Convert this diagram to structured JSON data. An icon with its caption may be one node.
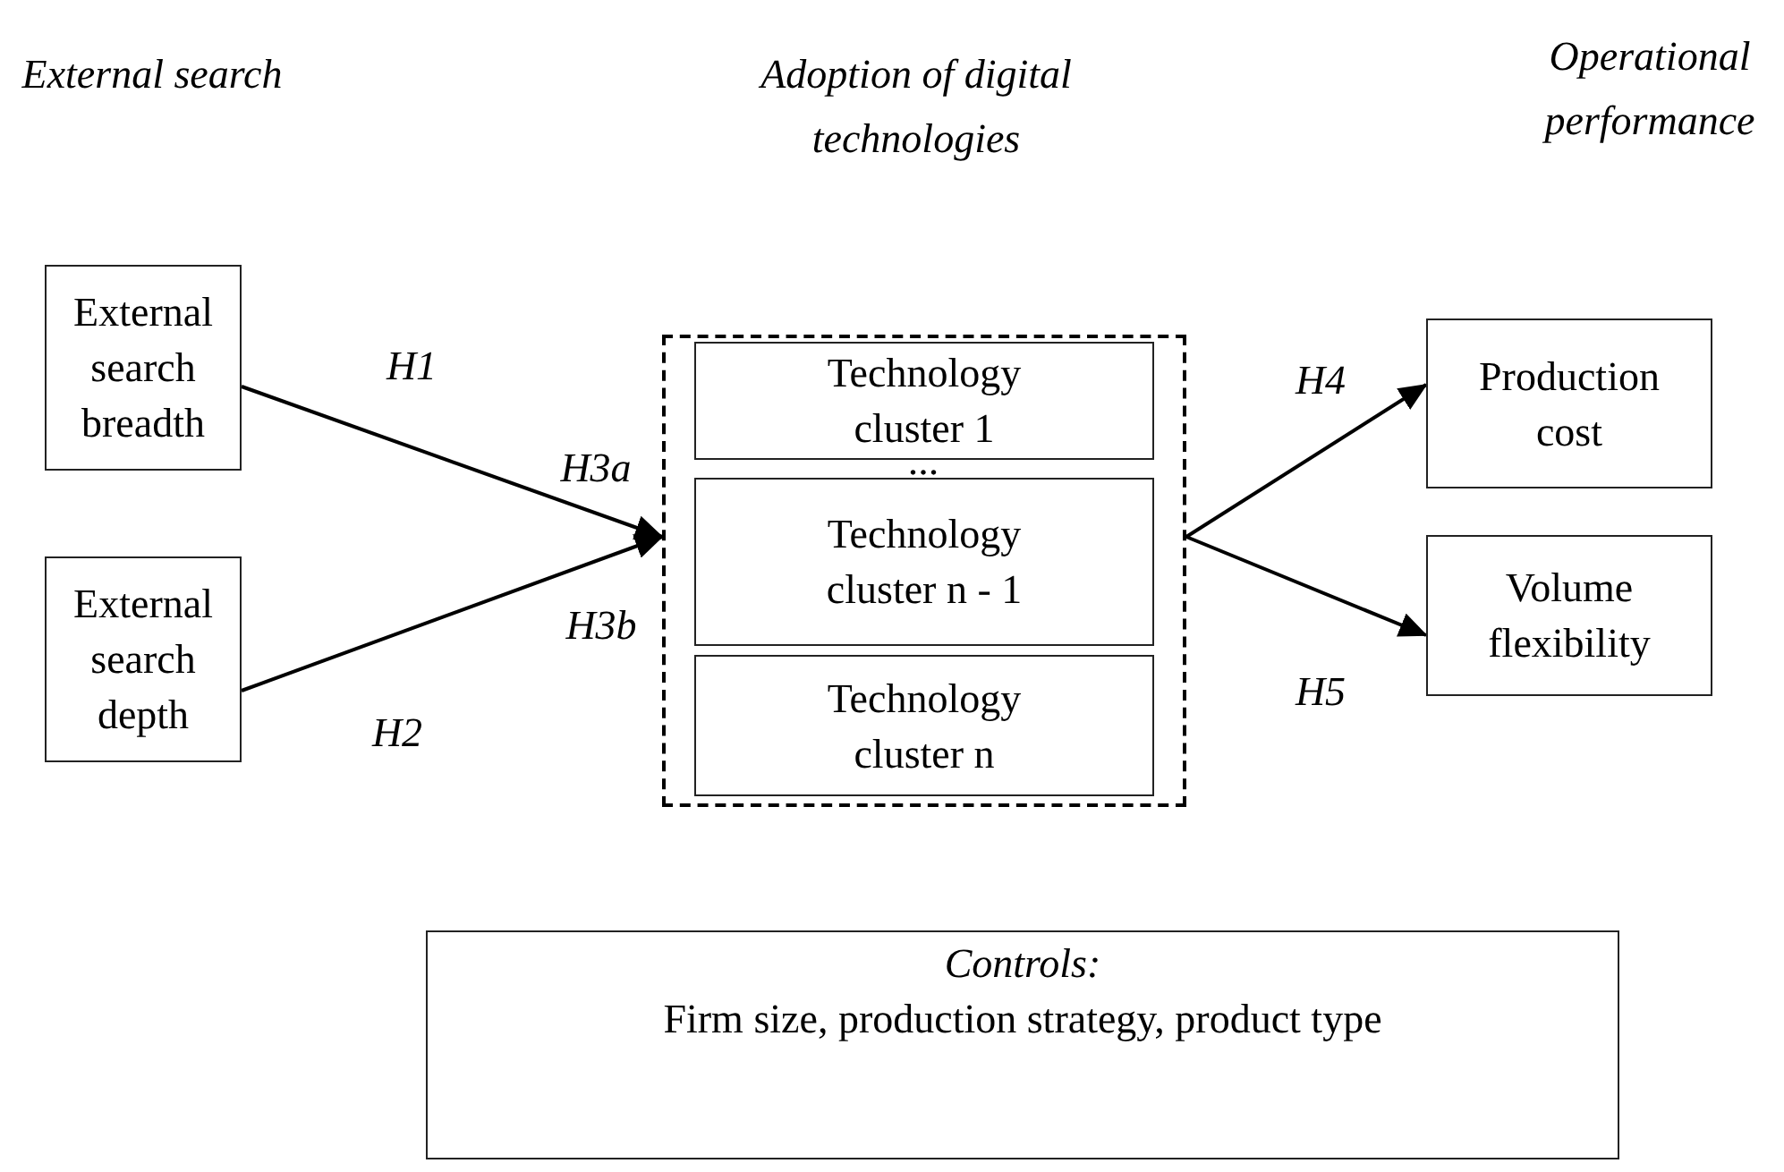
{
  "diagram": {
    "nodes": [
      {
        "text": [
          "External search breadth"
        ]
      },
      {
        "text": [
          "External search depth"
        ]
      },
      {
        "text": [],
        "shape": "box"
      },
      {
        "text": [
          "Technology cluster 1"
        ],
        "in": 2
      },
      {
        "text": [
          "Technology cluster n - 1"
        ],
        "in": 2
      },
      {
        "text": [
          "Technology cluster n"
        ],
        "in": 2
      },
      {
        "text": [
          "Production cost"
        ]
      },
      {
        "text": [
          "Volume flexibility"
        ]
      },
      {
        "text": [
          "Controls:",
          "Firm size, production strategy, product type"
        ]
      }
    ],
    "edges": [
      {
        "from": 0,
        "to": 2,
        "arrow": "to",
        "label": "H1"
      },
      {
        "from": 1,
        "to": 2,
        "arrow": "to",
        "label": "H2"
      },
      {
        "from": 2,
        "to": 6,
        "arrow": "to",
        "label": "H4"
      },
      {
        "from": 2,
        "to": 7,
        "arrow": "to",
        "label": "H5"
      }
    ],
    "labels": [
      "External search",
      "Adoption of digital technologies",
      "Operational performance",
      "...",
      "H3a",
      "H3b"
    ]
  }
}
